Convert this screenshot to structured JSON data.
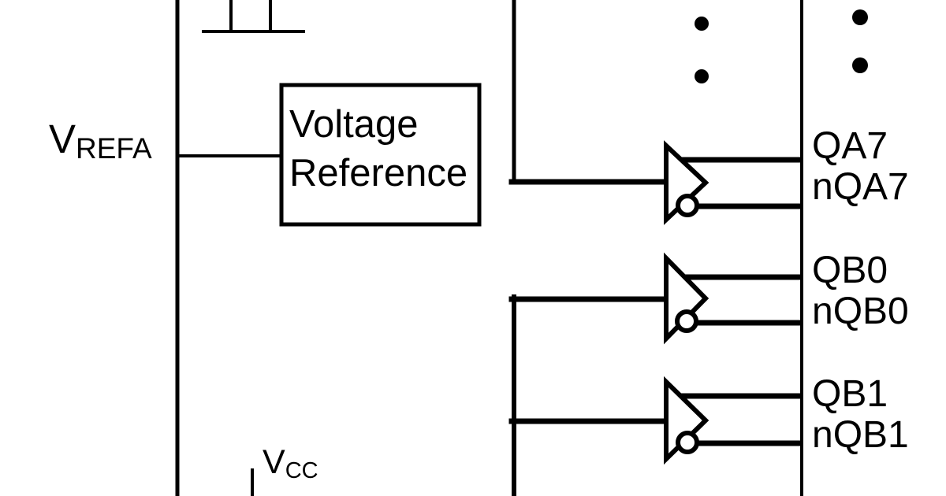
{
  "diagram": {
    "background_color": "#ffffff",
    "line_color": "#000000",
    "labels": {
      "vrefa": {
        "main": "V",
        "sub": "REFA"
      },
      "vcc": {
        "main": "V",
        "sub": "CC"
      },
      "voltage_reference_box": {
        "line1": "Voltage",
        "line2": "Reference"
      }
    },
    "outputs": [
      {
        "q": "QA7",
        "nq": "nQA7"
      },
      {
        "q": "QB0",
        "nq": "nQB0"
      },
      {
        "q": "QB1",
        "nq": "nQB1"
      }
    ]
  }
}
